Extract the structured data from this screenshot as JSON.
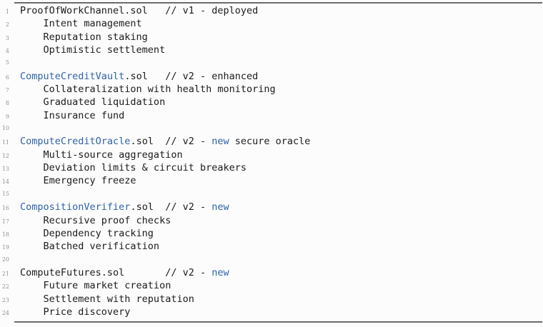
{
  "listing": {
    "colors": {
      "background": "#fcfcfc",
      "text": "#1b1b1b",
      "keyword_blue": "#2f63a7",
      "line_number_gray": "#949494",
      "rule_gray": "#424242"
    },
    "lines": [
      {
        "number": "1",
        "segments": [
          {
            "text": "ProofOfWorkChannel.sol   // v1 - deployed",
            "style": "plain"
          }
        ]
      },
      {
        "number": "2",
        "segments": [
          {
            "text": "    Intent management",
            "style": "plain"
          }
        ]
      },
      {
        "number": "3",
        "segments": [
          {
            "text": "    Reputation staking",
            "style": "plain"
          }
        ]
      },
      {
        "number": "4",
        "segments": [
          {
            "text": "    Optimistic settlement",
            "style": "plain"
          }
        ]
      },
      {
        "number": "5",
        "segments": []
      },
      {
        "number": "6",
        "segments": [
          {
            "text": "ComputeCreditVault",
            "style": "keyword"
          },
          {
            "text": ".sol   // v2 - enhanced",
            "style": "plain"
          }
        ]
      },
      {
        "number": "7",
        "segments": [
          {
            "text": "    Collateralization with health monitoring",
            "style": "plain"
          }
        ]
      },
      {
        "number": "8",
        "segments": [
          {
            "text": "    Graduated liquidation",
            "style": "plain"
          }
        ]
      },
      {
        "number": "9",
        "segments": [
          {
            "text": "    Insurance fund",
            "style": "plain"
          }
        ]
      },
      {
        "number": "10",
        "segments": []
      },
      {
        "number": "11",
        "segments": [
          {
            "text": "ComputeCreditOracle",
            "style": "keyword"
          },
          {
            "text": ".sol  // v2 - ",
            "style": "plain"
          },
          {
            "text": "new",
            "style": "keyword"
          },
          {
            "text": " secure oracle",
            "style": "plain"
          }
        ]
      },
      {
        "number": "12",
        "segments": [
          {
            "text": "    Multi-source aggregation",
            "style": "plain"
          }
        ]
      },
      {
        "number": "13",
        "segments": [
          {
            "text": "    Deviation limits & circuit breakers",
            "style": "plain"
          }
        ]
      },
      {
        "number": "14",
        "segments": [
          {
            "text": "    Emergency freeze",
            "style": "plain"
          }
        ]
      },
      {
        "number": "15",
        "segments": []
      },
      {
        "number": "16",
        "segments": [
          {
            "text": "CompositionVerifier",
            "style": "keyword"
          },
          {
            "text": ".sol  // v2 - ",
            "style": "plain"
          },
          {
            "text": "new",
            "style": "keyword"
          }
        ]
      },
      {
        "number": "17",
        "segments": [
          {
            "text": "    Recursive proof checks",
            "style": "plain"
          }
        ]
      },
      {
        "number": "18",
        "segments": [
          {
            "text": "    Dependency tracking",
            "style": "plain"
          }
        ]
      },
      {
        "number": "19",
        "segments": [
          {
            "text": "    Batched verification",
            "style": "plain"
          }
        ]
      },
      {
        "number": "20",
        "segments": []
      },
      {
        "number": "21",
        "segments": [
          {
            "text": "ComputeFutures.sol       // v2 - ",
            "style": "plain"
          },
          {
            "text": "new",
            "style": "keyword"
          }
        ]
      },
      {
        "number": "22",
        "segments": [
          {
            "text": "    Future market creation",
            "style": "plain"
          }
        ]
      },
      {
        "number": "23",
        "segments": [
          {
            "text": "    Settlement with reputation",
            "style": "plain"
          }
        ]
      },
      {
        "number": "24",
        "segments": [
          {
            "text": "    Price discovery",
            "style": "plain"
          }
        ]
      }
    ]
  }
}
